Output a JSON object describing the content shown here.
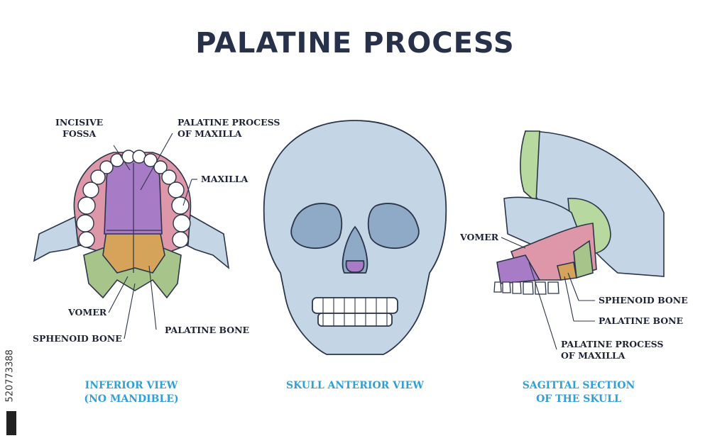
{
  "title": "PALATINE PROCESS",
  "inferior": {
    "labels": {
      "incisive_fossa": "INCISIVE\nFOSSA",
      "palatine_process_maxilla": "PALATINE PROCESS\nOF MAXILLA",
      "maxilla": "MAXILLA",
      "vomer": "VOMER",
      "sphenoid_bone": "SPHENOID BONE",
      "palatine_bone": "PALATINE BONE"
    },
    "caption": "INFERIOR VIEW\n(NO MANDIBLE)"
  },
  "anterior": {
    "caption": "SKULL ANTERIOR VIEW"
  },
  "sagittal": {
    "labels": {
      "vomer": "VOMER",
      "sphenoid_bone": "SPHENOID BONE",
      "palatine_bone": "PALATINE BONE",
      "palatine_process_maxilla": "PALATINE PROCESS\nOF MAXILLA"
    },
    "caption": "SAGITTAL SECTION\nOF THE SKULL"
  },
  "stock_id": "520773388",
  "colors": {
    "title": "#27324a",
    "caption": "#2f9fd8",
    "bone": "#c4d6e6",
    "maxilla_pink": "#dd97a8",
    "palatine_purple": "#a77bc5",
    "palatine_orange": "#d6a35a",
    "sphenoid_green": "#a7c48a"
  }
}
